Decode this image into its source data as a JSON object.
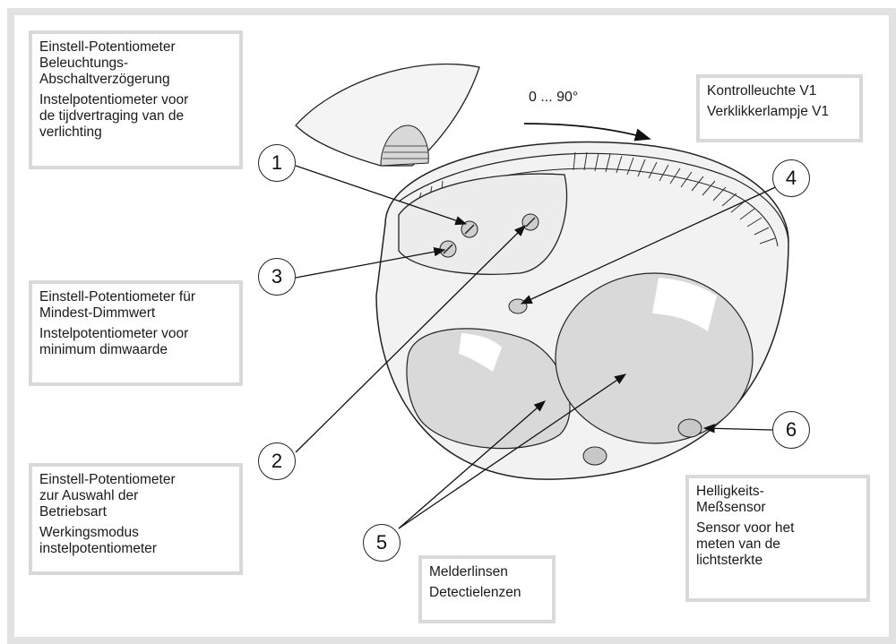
{
  "callouts": {
    "delay_pot": {
      "de": "Einstell-Potentiometer\nBeleuchtungs-\nAbschaltverzögerung",
      "nl": "Instelpotentiometer voor\nde tijdvertraging van de\nverlichting"
    },
    "min_dim_pot": {
      "de": "Einstell-Potentiometer für\nMindest-Dimmwert",
      "nl": "Instelpotentiometer voor\nminimum dimwaarde"
    },
    "mode_pot": {
      "de": "Einstell-Potentiometer\nzur Auswahl der\nBetriebsart",
      "nl": "Werkingsmodus\ninstelpotentiometer"
    },
    "indicator_lamp": {
      "de": "Kontrolleuchte V1",
      "nl": "Verklikkerlampje V1"
    },
    "lenses": {
      "de": "Melderlinsen",
      "nl": "Detectielenzen"
    },
    "light_sensor": {
      "de": "Helligkeits-\nMeßsensor",
      "nl": "Sensor voor het\nmeten van de\nlichtsterkte"
    }
  },
  "rotation_label": "0 ... 90°",
  "markers": [
    "1",
    "2",
    "3",
    "4",
    "5",
    "6"
  ]
}
